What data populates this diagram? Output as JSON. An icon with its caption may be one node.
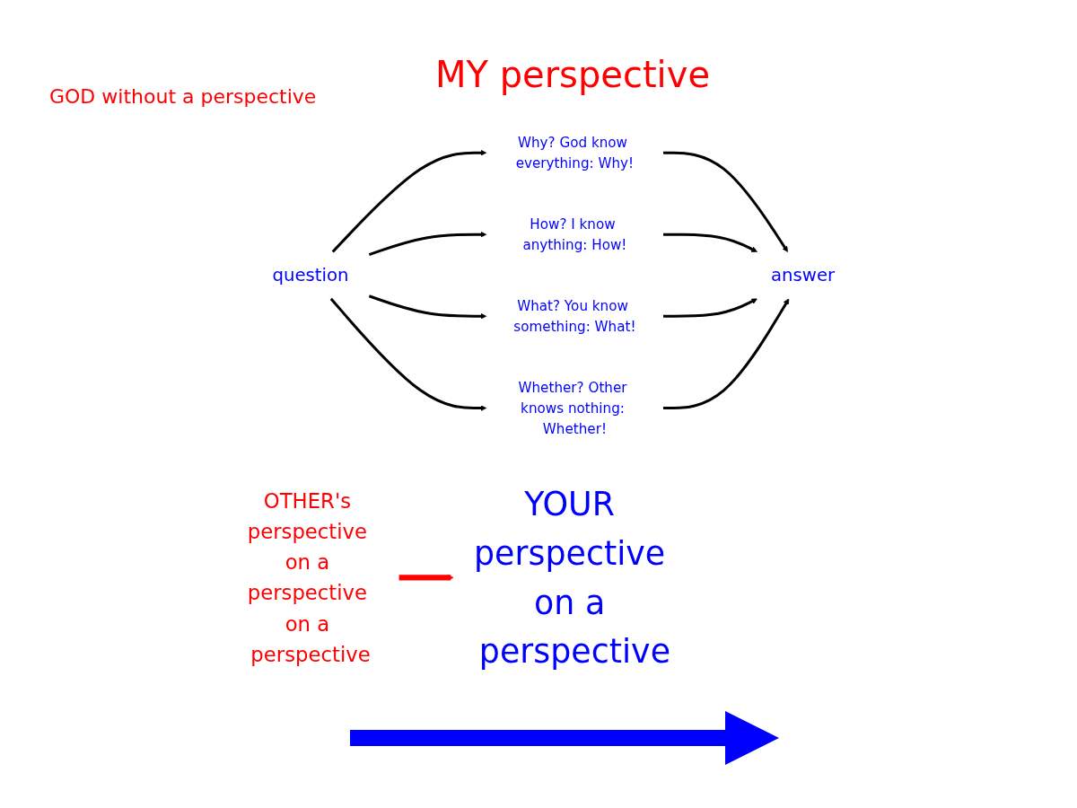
{
  "diagram": {
    "nodes": [
      {
        "text": [
          "question"
        ]
      },
      {
        "text": [
          "Why? God know everything: Why!"
        ]
      },
      {
        "text": [
          "How? I know anything: How!"
        ]
      },
      {
        "text": [
          "What? You know something: What!"
        ]
      },
      {
        "text": [
          "Whether? Other knows nothing: Whether!"
        ]
      },
      {
        "text": [
          "answer"
        ]
      },
      {
        "text": [
          "YOUR perspective on a perspective"
        ]
      },
      {
        "text": [
          "OTHER's perspective on a perspective on a perspective"
        ]
      }
    ],
    "edges": [
      {
        "from": 0,
        "to": 1,
        "arrow": "to"
      },
      {
        "from": 0,
        "to": 2,
        "arrow": "to"
      },
      {
        "from": 0,
        "to": 3,
        "arrow": "to"
      },
      {
        "from": 0,
        "to": 4,
        "arrow": "to"
      },
      {
        "from": 1,
        "to": 5,
        "arrow": "to"
      },
      {
        "from": 2,
        "to": 5,
        "arrow": "to"
      },
      {
        "from": 3,
        "to": 5,
        "arrow": "to"
      },
      {
        "from": 4,
        "to": 5,
        "arrow": "to"
      },
      {
        "from": 7,
        "to": 6,
        "arrow": "to",
        "style": "thick",
        "color": "#ff0000"
      }
    ],
    "labels": [
      "MY perspective",
      "GOD without a perspective"
    ]
  }
}
